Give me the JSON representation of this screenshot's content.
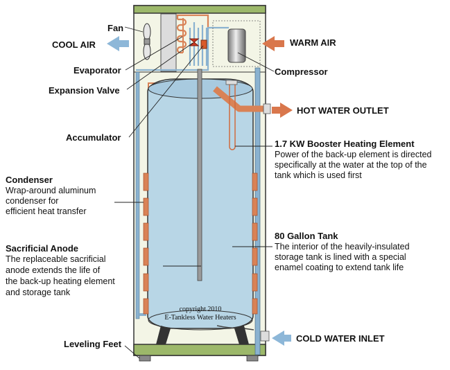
{
  "labels": {
    "fan": "Fan",
    "cool_air": "COOL AIR",
    "warm_air": "WARM AIR",
    "evaporator": "Evaporator",
    "expansion_valve": "Expansion Valve",
    "compressor": "Compressor",
    "accumulator": "Accumulator",
    "hot_water_outlet": "HOT WATER OUTLET",
    "booster": {
      "title": "1.7 KW Booster Heating Element",
      "lines": [
        "Power of the back-up element is directed",
        "specifically at the water at the top of the",
        "tank which is used first"
      ]
    },
    "condenser": {
      "title": "Condenser",
      "lines": [
        "Wrap-around aluminum",
        "condenser for",
        "efficient heat transfer"
      ]
    },
    "tank": {
      "title": "80 Gallon Tank",
      "lines": [
        "The interior of the heavily-insulated",
        "storage tank is lined with a special",
        "enamel coating to extend tank life"
      ]
    },
    "anode": {
      "title": "Sacrificial Anode",
      "lines": [
        "The replaceable sacrificial",
        "anode extends the life of",
        "the back-up heating element",
        "and storage tank"
      ]
    },
    "copyright": [
      "copyright 2010",
      "E-Tankless Water Heaters"
    ],
    "cold_water_inlet": "COLD WATER INLET",
    "leveling_feet": "Leveling Feet"
  },
  "colors": {
    "cabinet": "#f3f5e6",
    "cap": "#9cb86a",
    "tank": "#b8d6e6",
    "copper": "#d98256",
    "pipe_blue": "#8ab2d0",
    "arrow_blue": "#8db7d8",
    "arrow_red": "#d9774c"
  }
}
